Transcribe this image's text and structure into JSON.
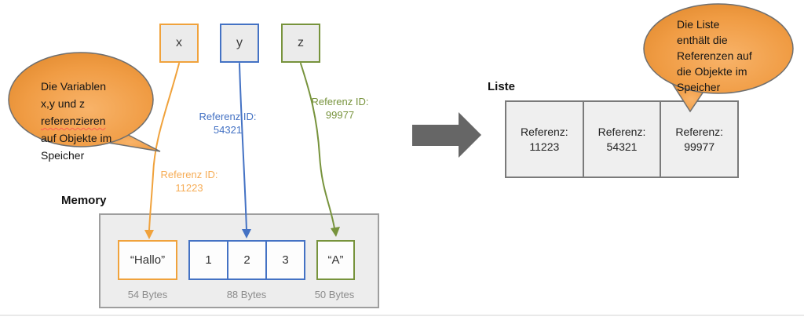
{
  "colors": {
    "orange": "#F0A23C",
    "orange_label": "#F6AC55",
    "blue": "#4472C4",
    "green": "#77933C",
    "gray_arrow": "#666666",
    "bubble_fill_light": "#F8B369",
    "bubble_fill_dark": "#DD8427",
    "bubble_stroke": "#6F6F6F",
    "memory_fill": "#EDEDED",
    "memory_border": "#9E9E9E",
    "table_border": "#7A7A7A"
  },
  "bubble_left": {
    "text_before": "Die Variablen\nx,y und z\n",
    "misspelled": "referenzieren",
    "text_after": "\nauf Objekte im\nSpeicher"
  },
  "bubble_right": {
    "text": "Die Liste\nenthält die\nReferenzen auf\ndie Objekte im\nSpeicher"
  },
  "variables": [
    {
      "name": "x"
    },
    {
      "name": "y"
    },
    {
      "name": "z"
    }
  ],
  "ref_labels": [
    {
      "line1": "Referenz ID:",
      "id": "11223"
    },
    {
      "line1": "Referenz ID:",
      "id": "54321"
    },
    {
      "line1": "Referenz ID:",
      "id": "99977"
    }
  ],
  "memory": {
    "label": "Memory",
    "string_object": {
      "value": "“Hallo”",
      "bytes": "54 Bytes"
    },
    "list_object": {
      "items": [
        "1",
        "2",
        "3"
      ],
      "bytes": "88 Bytes"
    },
    "char_object": {
      "value": "“A”",
      "bytes": "50 Bytes"
    }
  },
  "liste": {
    "label": "Liste",
    "cells": [
      {
        "label": "Referenz:",
        "value": "11223"
      },
      {
        "label": "Referenz:",
        "value": "54321"
      },
      {
        "label": "Referenz:",
        "value": "99977"
      }
    ]
  }
}
